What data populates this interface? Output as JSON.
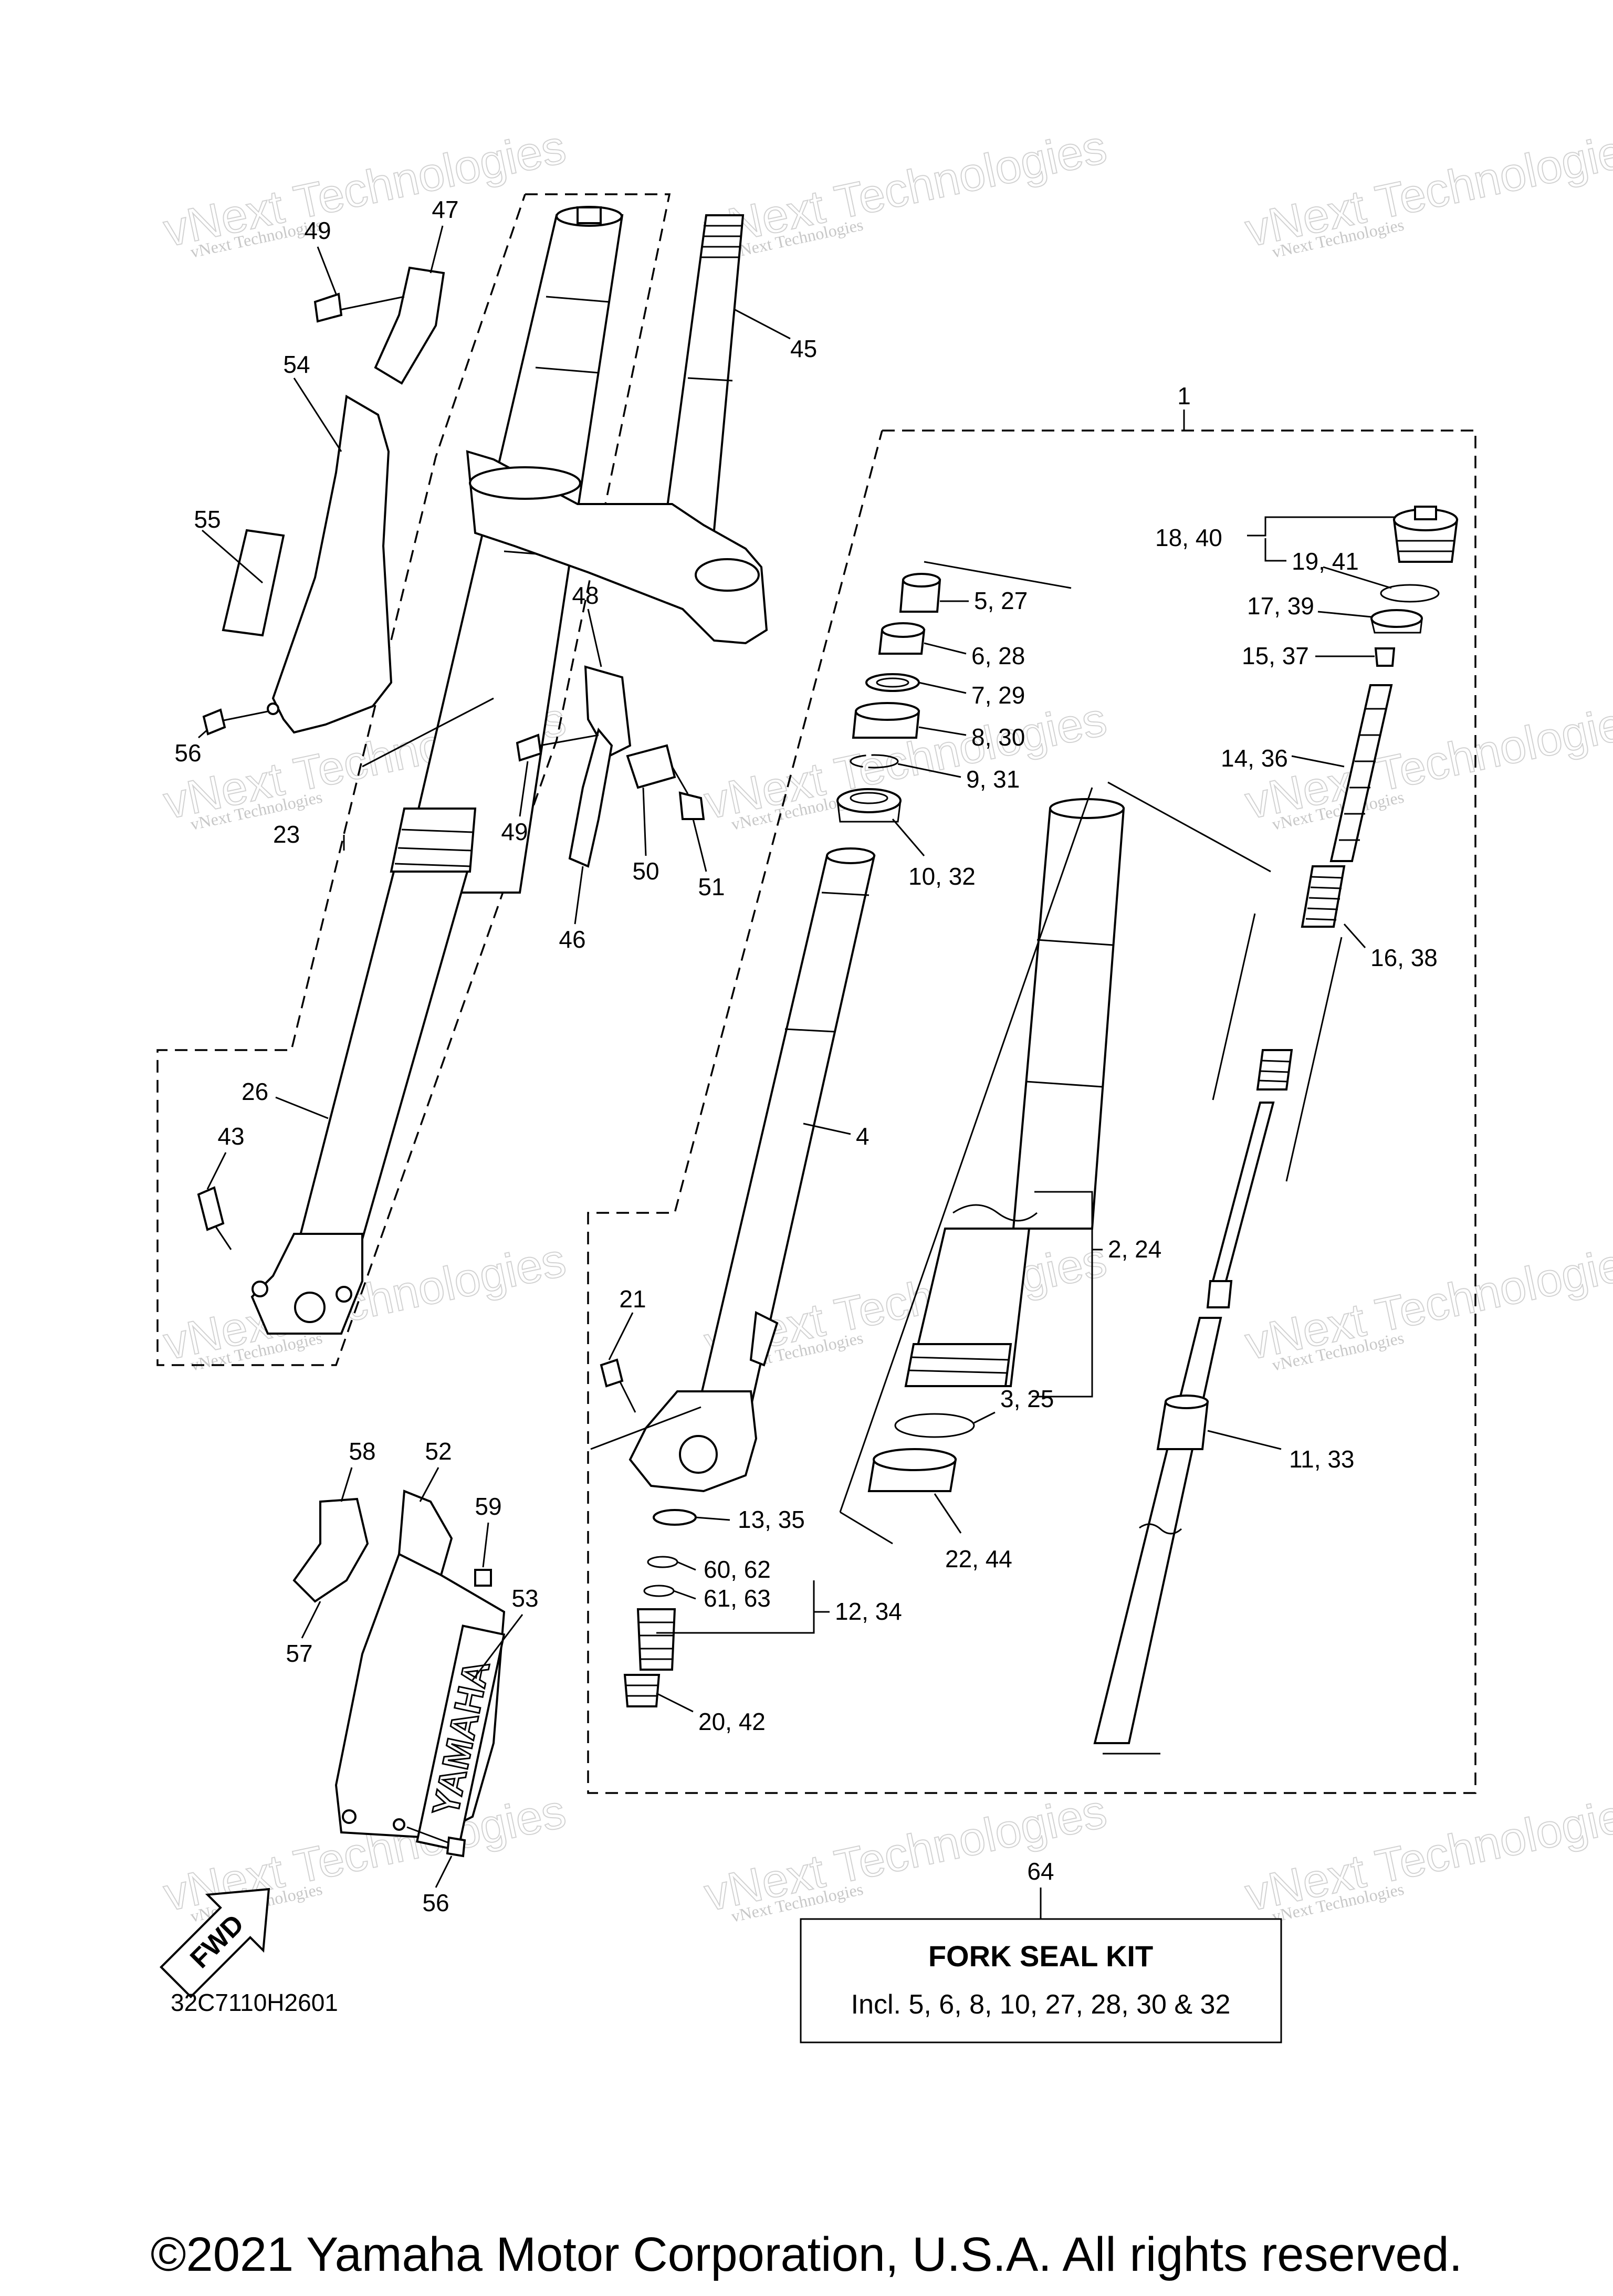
{
  "diagram": {
    "callouts": [
      "1",
      "2, 24",
      "3, 25",
      "4",
      "5, 27",
      "6, 28",
      "7, 29",
      "8, 30",
      "9, 31",
      "10, 32",
      "11, 33",
      "12, 34",
      "13, 35",
      "14, 36",
      "15, 37",
      "16, 38",
      "17, 39",
      "18, 40",
      "19, 41",
      "20, 42",
      "21",
      "22, 44",
      "23",
      "26",
      "43",
      "45",
      "46",
      "47",
      "48",
      "49",
      "49",
      "50",
      "51",
      "52",
      "53",
      "54",
      "55",
      "56",
      "56",
      "57",
      "58",
      "59",
      "60, 62",
      "61, 63",
      "64"
    ],
    "kit": {
      "title": "FORK SEAL KIT",
      "text": "Incl. 5, 6, 8, 10, 27, 28, 30 & 32"
    },
    "drawing_code": "32C7110H2601",
    "fwd_label": "FWD",
    "emblem_text": "YAMAHA",
    "watermark": {
      "small": "vNext Technologies",
      "large": "vNext Technologies"
    }
  },
  "footer": {
    "copyright": "©2021 Yamaha Motor Corporation, U.S.A. All rights reserved."
  }
}
